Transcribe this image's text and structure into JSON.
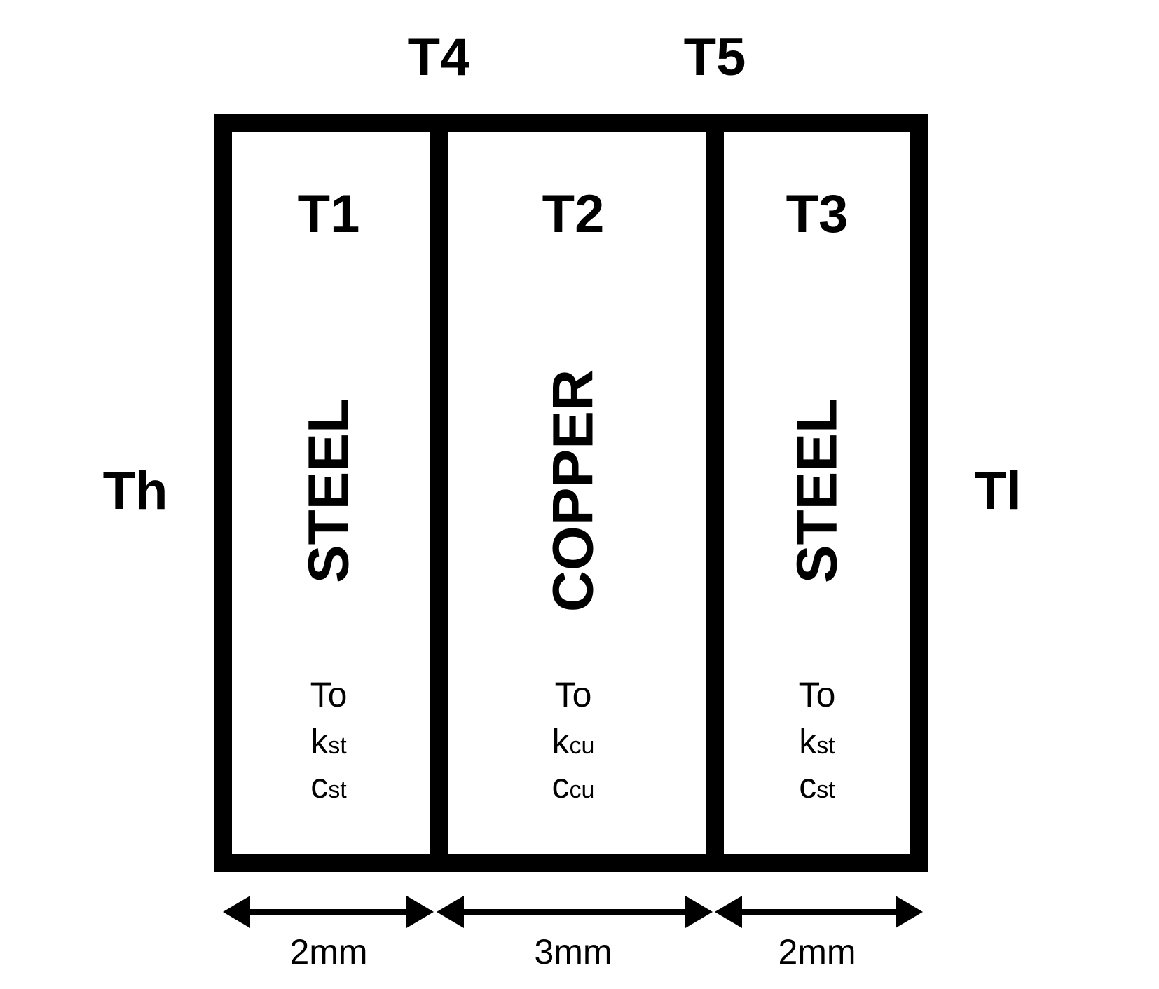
{
  "colors": {
    "stroke": "#000000",
    "background": "#ffffff"
  },
  "top_labels": [
    "T4",
    "T5"
  ],
  "side_labels": {
    "left": "Th",
    "right": "Tl"
  },
  "layers": [
    {
      "node": "T1",
      "material": "STEEL",
      "props": [
        {
          "main": "To",
          "sub": ""
        },
        {
          "main": "k",
          "sub": "st"
        },
        {
          "main": "c",
          "sub": "st"
        }
      ],
      "thickness": "2mm"
    },
    {
      "node": "T2",
      "material": "COPPER",
      "props": [
        {
          "main": "To",
          "sub": ""
        },
        {
          "main": "k",
          "sub": "cu"
        },
        {
          "main": "c",
          "sub": "cu"
        }
      ],
      "thickness": "3mm"
    },
    {
      "node": "T3",
      "material": "STEEL",
      "props": [
        {
          "main": "To",
          "sub": ""
        },
        {
          "main": "k",
          "sub": "st"
        },
        {
          "main": "c",
          "sub": "st"
        }
      ],
      "thickness": "2mm"
    }
  ]
}
